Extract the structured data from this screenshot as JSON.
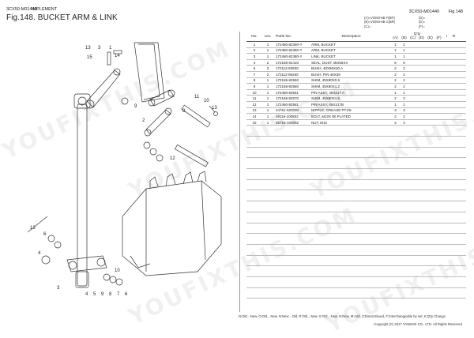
{
  "header": {
    "model": "3CX50-M01440",
    "category": "IMPLEMENT",
    "title": "Fig.148.  BUCKET ARM & LINK",
    "right_model": "3CX50-M01440",
    "right_fig": "Fig.148"
  },
  "legend": {
    "a": "(A)=VIO50-6B F(BR)",
    "b": "(B)=VIO50-6B C(BR)",
    "c": "(C)=",
    "d": "(D)=",
    "e": "(E)=",
    "f": "(F)="
  },
  "table": {
    "headers": {
      "no": "No.",
      "lev": "Lev.",
      "pn": "Parts No.",
      "desc": "Description",
      "qty": "Q'ty",
      "i": "I",
      "r": "R",
      "qa": "(A)",
      "qb": "(B)",
      "qc": "(C)",
      "qd": "(D)",
      "qe": "(E)",
      "qf": "(F)"
    },
    "rows": [
      {
        "no": "1",
        "lev": "1",
        "pn": "172480-82350-Y",
        "desc": "ARM, BUCKET",
        "a": "1",
        "b": "1"
      },
      {
        "no": "2",
        "lev": "1",
        "pn": "172480-82360-Y",
        "desc": "ARM, BUCKET",
        "a": "1",
        "b": "1"
      },
      {
        "no": "3",
        "lev": "1",
        "pn": "172480-82380-Y",
        "desc": "LINK, BUCKET",
        "a": "1",
        "b": "1"
      },
      {
        "no": "4",
        "lev": "2",
        "pn": "172158-81410",
        "desc": "SEAL, DUST 45X55X4",
        "a": "6",
        "b": "6"
      },
      {
        "no": "6",
        "lev": "2",
        "pn": "172112-83500",
        "desc": "BUSH, 40X55X40 A",
        "a": "2",
        "b": "2"
      },
      {
        "no": "7",
        "lev": "2",
        "pn": "172112-86250",
        "desc": "BUSH, PIN 45X39",
        "a": "2",
        "b": "2"
      },
      {
        "no": "8",
        "lev": "1",
        "pn": "172165-82550",
        "desc": "SHIM, 45X80X0.5",
        "a": "2",
        "b": "2"
      },
      {
        "no": "9",
        "lev": "1",
        "pn": "172165-82560",
        "desc": "SHIM, 45X80X1.2",
        "a": "2",
        "b": "2"
      },
      {
        "no": "10",
        "lev": "1",
        "pn": "172460-82561",
        "desc": "PIN ASSY, 45X217 A",
        "a": "1",
        "b": "1"
      },
      {
        "no": "11",
        "lev": "1",
        "pn": "172165-82570",
        "desc": "SHIM, 45X80X1.6",
        "a": "2",
        "b": "2"
      },
      {
        "no": "12",
        "lev": "1",
        "pn": "172460-82581",
        "desc": "PIN ASSY, 45X217B",
        "a": "1",
        "b": "1"
      },
      {
        "no": "13",
        "lev": "1",
        "pn": "24761-020000",
        "desc": "NIPPLE, GREASE PT1/8",
        "a": "3",
        "b": "3"
      },
      {
        "no": "14",
        "lev": "1",
        "pn": "26116-100802",
        "desc": "BOLT, M10X 80 PLATED",
        "a": "2",
        "b": "2"
      },
      {
        "no": "15",
        "lev": "1",
        "pn": "26716-100002",
        "desc": "NUT, M10",
        "a": "4",
        "b": "4"
      }
    ]
  },
  "callouts": [
    "13",
    "3",
    "1",
    "14",
    "15",
    "11",
    "10",
    "8",
    "9",
    "2",
    "12",
    "13",
    "6",
    "4",
    "4",
    "5",
    "9",
    "8",
    "7",
    "6",
    "10",
    "13",
    "3"
  ],
  "watermark": "YOUFIXTHIS.COM",
  "footer": {
    "legend": "N:Old→New, O:Old→New, N:New→Old, R:Old→New, S:Old→New, N:New, M:Add, Z:Discontinued, F:Interchangeable by set, K:Q'ty Change",
    "copyright": "Copyright (C) 2017 YANMAR CO., LTD. All Rights Reserved."
  }
}
